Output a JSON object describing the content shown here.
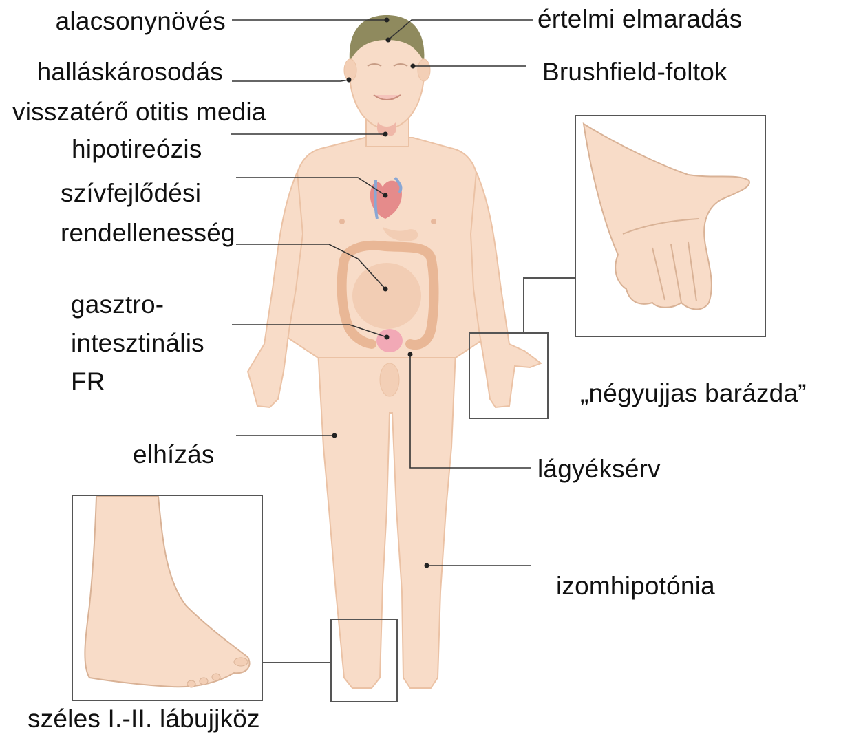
{
  "colors": {
    "skin": "#f8dcc8",
    "skin_shadow": "#ebc2a5",
    "hair": "#8f8a5e",
    "heart": "#e58b8b",
    "vessel": "#8aa7d4",
    "thyroid": "#efb7a8",
    "intestine": "#f2cdb4",
    "colon": "#e9b796",
    "bladder": "#f2a9b6",
    "line": "#333333",
    "frame": "#555555"
  },
  "labels": {
    "short_stature": "alacsonynövés",
    "hearing_loss": "halláskárosodás",
    "otitis": "visszatérő otitis media",
    "hypothyroid": "hipotireózis",
    "heart_defect": [
      "szívfejlődési",
      "rendellenesség"
    ],
    "gi": [
      "gasztro-",
      "intesztinális",
      "FR"
    ],
    "obesity": "elhízás",
    "intellectual": "értelmi elmaradás",
    "brushfield": "Brushfield-foltok",
    "palmar_crease": "„négyujjas barázda”",
    "hernia": "lágyéksérv",
    "hypotonia": "izomhipotónia",
    "sandal_gap": "széles I.-II. lábujjköz"
  }
}
